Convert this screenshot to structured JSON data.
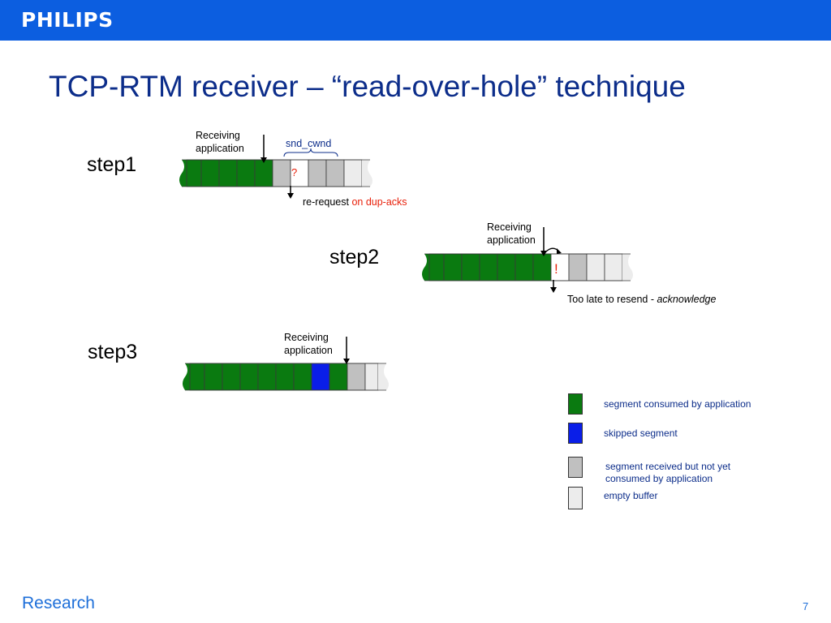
{
  "header": {
    "logo": "PHILIPS"
  },
  "title": "TCP-RTM receiver – “read-over-hole” technique",
  "steps": [
    {
      "label": "step1",
      "pointer_label": "Receiving\napplication"
    },
    {
      "label": "step2",
      "pointer_label": "Receiving\napplication"
    },
    {
      "label": "step3",
      "pointer_label": "Receiving\napplication"
    }
  ],
  "step1": {
    "window_label": "snd_cwnd",
    "hole_mark": "?",
    "note_prefix": "re-request ",
    "note_highlight": "on dup-acks"
  },
  "step2": {
    "hole_mark": "!",
    "note_prefix": "Too late to resend - ",
    "note_emphasis": "acknowledge"
  },
  "legend": [
    {
      "color": "#0a7a10",
      "text": "segment  consumed by application"
    },
    {
      "color": "#0a1ee8",
      "text": "skipped segment"
    },
    {
      "color": "#c0c0c0",
      "text": "segment received but not yet\nconsumed by application"
    },
    {
      "color": "#ececec",
      "text": "empty buffer"
    }
  ],
  "colors": {
    "consumed": "#0a7a10",
    "skipped": "#0a1ee8",
    "received": "#c0c0c0",
    "empty": "#ececec",
    "title": "#0c2d8a",
    "header": "#0c5ee0"
  },
  "footer": {
    "left": "Research",
    "page": "7"
  }
}
